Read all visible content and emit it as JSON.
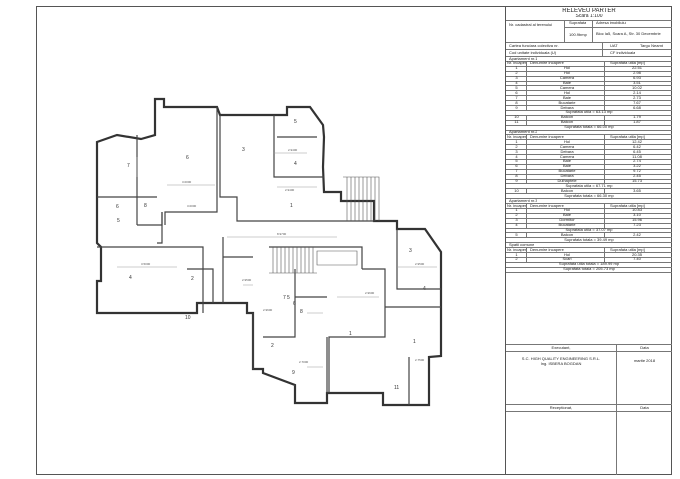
{
  "header": {
    "title": "RELEVEU PARTER",
    "scale": "Scara 1:100"
  },
  "info": {
    "nr_cadastral_label": "Nr. cadastral al terenului",
    "suprafata_label": "Suprafata",
    "adresa_label": "Adresa imobilului",
    "suprafata_value": "100.9bmp",
    "adresa_value": "Bloc la5, Scara A, Str. 30 Decembrie",
    "carte_label": "Cartea funciara colectiva nr.",
    "uat_label": "UAT",
    "uat_value": "Targu Neamt",
    "cf_label": "Cod unitate individuala (U)",
    "cf_value": "CF individuala"
  },
  "sections": [
    {
      "title": "Apartament nr.1",
      "col_nr": "Nr. incapere",
      "col_name": "Denumire incapere",
      "col_area": "Suprafata utila [mp]",
      "rows": [
        [
          "1",
          "Hol",
          "22.51"
        ],
        [
          "2",
          "Hol",
          "2.98"
        ],
        [
          "3",
          "Camera",
          "6.93"
        ],
        [
          "4",
          "Baie",
          "3.51"
        ],
        [
          "5",
          "Camera",
          "10.02"
        ],
        [
          "6",
          "Hol",
          "2.14"
        ],
        [
          "7",
          "Baie",
          "2.73"
        ],
        [
          "8",
          "Bucatarie",
          "7.67"
        ],
        [
          "9",
          "Debara",
          "6.68"
        ]
      ],
      "subtotal": "Suprafata utila = 63.13 mp",
      "extra": [
        [
          "10",
          "Balcon",
          "1.79"
        ],
        [
          "11",
          "Balcon",
          "1.87"
        ]
      ],
      "total": "Suprafata totala = 66.00 mp"
    },
    {
      "title": "Apartament nr.2",
      "col_nr": "Nr. incapere",
      "col_name": "Denumire incapere",
      "col_area": "Suprafata utila [mp]",
      "rows": [
        [
          "1",
          "Hol",
          "12.42"
        ],
        [
          "2",
          "Camera",
          "6.42"
        ],
        [
          "3",
          "Debara",
          "6.45"
        ],
        [
          "4",
          "Camera",
          "11.08"
        ],
        [
          "5",
          "Baie",
          "2.74"
        ],
        [
          "6",
          "Baie",
          "3.22"
        ],
        [
          "7",
          "Bucatarie",
          "9.72"
        ],
        [
          "8",
          "Debara",
          "2.45"
        ],
        [
          "9",
          "Dulhaptele",
          "15.73"
        ]
      ],
      "subtotal": "Suprafata utila = 67.71 mp",
      "extra": [
        [
          "10",
          "Balcon",
          "3.65"
        ]
      ],
      "total": "Suprafata totala = 66.30 mp"
    },
    {
      "title": "Apartament nr.3",
      "col_nr": "Nr. incapere",
      "col_name": "Denumire incapere",
      "col_area": "Suprafata utila [mp]",
      "rows": [
        [
          "1",
          "Hol",
          "10.83"
        ],
        [
          "2",
          "Baie",
          "3.10"
        ],
        [
          "3",
          "Dormitor",
          "15.96"
        ],
        [
          "4",
          "Bucatarie",
          "7.23"
        ]
      ],
      "subtotal": "Suprafata utila = 37.07 mp",
      "extra": [
        [
          "5",
          "Balcon",
          "2.42"
        ]
      ],
      "total": "Suprafata totala = 39.49 mp"
    },
    {
      "title": "Spatii comune",
      "col_nr": "Nr. incapere",
      "col_name": "Denumire incapere",
      "col_area": "Suprafata utila [mp]",
      "rows": [
        [
          "1",
          "Hol",
          "20.35"
        ],
        [
          "2",
          "Scari",
          "7.40"
        ]
      ],
      "subtotal": "Suprafata utila totala = 189.99 mp",
      "extra": [],
      "total": "Suprafata totala = 205.73 mp"
    }
  ],
  "footer": {
    "executant_label": "Executant,",
    "data_label": "Data",
    "company": "S.C. HIGH QUALITY ENGINEERING S.R.L.",
    "engineer": "Ing. ISBERA BOGDAN",
    "date": "martie 2018",
    "receptionat_label": "Receptionat,",
    "data_label2": "Data"
  },
  "plan": {
    "room_labels": [
      {
        "id": "7",
        "text": "7"
      },
      {
        "id": "6",
        "text": "6"
      },
      {
        "id": "5",
        "text": "5"
      },
      {
        "id": "3",
        "text": "3"
      },
      {
        "id": "4a",
        "text": "4"
      },
      {
        "id": "6b",
        "text": "6"
      },
      {
        "id": "8",
        "text": "8"
      },
      {
        "id": "5b",
        "text": "5"
      },
      {
        "id": "1",
        "text": "1"
      },
      {
        "id": "4b",
        "text": "4"
      },
      {
        "id": "2",
        "text": "2"
      },
      {
        "id": "10",
        "text": "10"
      },
      {
        "id": "3b",
        "text": "3"
      },
      {
        "id": "4c",
        "text": "4"
      },
      {
        "id": "1b",
        "text": "1"
      },
      {
        "id": "2b",
        "text": "2"
      },
      {
        "id": "5c",
        "text": "5"
      },
      {
        "id": "6c",
        "text": "6"
      },
      {
        "id": "7b",
        "text": "7"
      },
      {
        "id": "8b",
        "text": "8"
      },
      {
        "id": "11",
        "text": "11"
      },
      {
        "id": "9",
        "text": "9"
      },
      {
        "id": "1c",
        "text": "1"
      },
      {
        "id": "3c",
        "text": "3"
      }
    ]
  }
}
